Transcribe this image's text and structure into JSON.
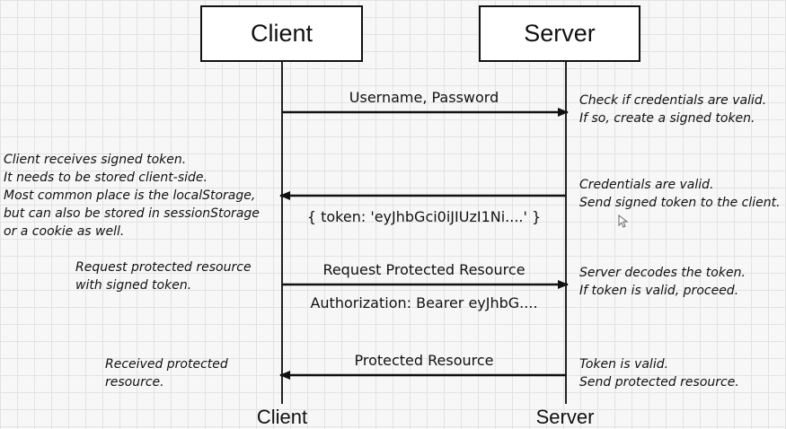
{
  "actors": {
    "client": "Client",
    "server": "Server"
  },
  "messages": {
    "credentials": "Username, Password",
    "token_response": "{ token: 'eyJhbGci0iJIUzI1Ni....' }",
    "request_resource": "Request Protected Resource",
    "authorization_header": "Authorization: Bearer eyJhbG....",
    "protected_resource": "Protected Resource"
  },
  "notes": {
    "server_check": [
      "Check if credentials are valid.",
      "If so, create a signed token."
    ],
    "server_valid": [
      "Credentials are valid.",
      "Send signed token to the client."
    ],
    "client_store": [
      "Client receives signed token.",
      "It needs to be stored client-side.",
      "Most common place is the localStorage,",
      "but can also be stored in sessionStorage",
      "or a cookie as well."
    ],
    "client_request": [
      "Request protected resource",
      "with signed token."
    ],
    "server_decode": [
      "Server decodes the token.",
      "If token is valid, proceed."
    ],
    "client_received": [
      "Received protected",
      "resource."
    ],
    "server_send": [
      "Token is valid.",
      "Send protected resource."
    ]
  },
  "colors": {
    "line": "#111111",
    "grid": "#e3e3e3",
    "background": "#f7f7f7"
  },
  "icons": {
    "cursor": "mouse-pointer-icon"
  }
}
